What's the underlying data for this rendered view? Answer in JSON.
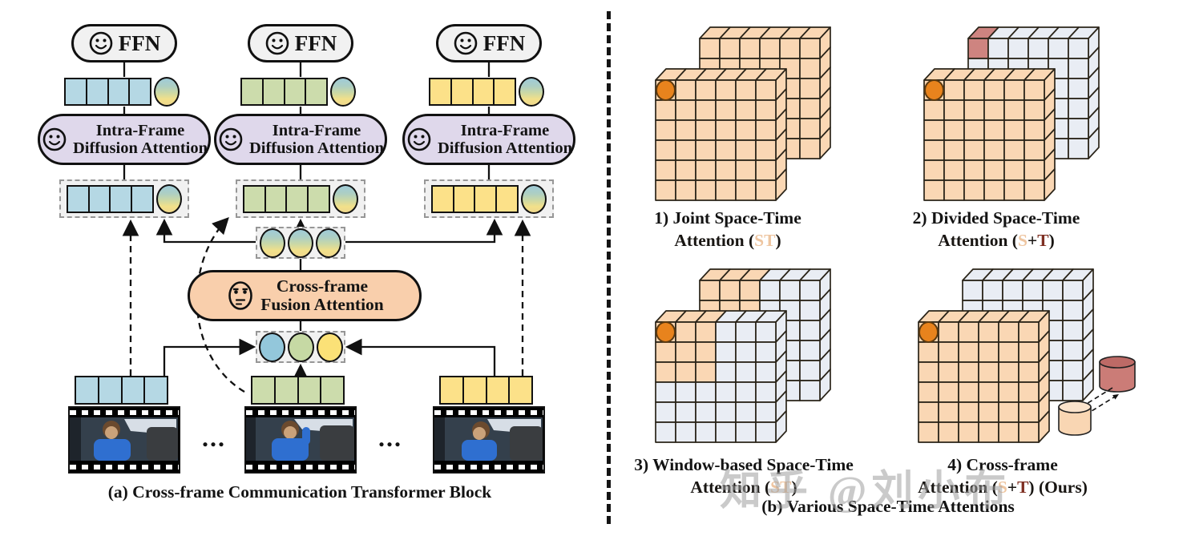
{
  "figure": {
    "left": {
      "caption": "(a) Cross-frame Communication Transformer Block",
      "ffn_label": "FFN",
      "intra_attention": {
        "line1": "Intra-Frame",
        "line2": "Diffusion Attention"
      },
      "fusion_attention": {
        "line1": "Cross-frame",
        "line2": "Fusion Attention"
      },
      "ellipsis": "...",
      "frames": [
        {
          "name": "frame-1",
          "token_color": "#B5D8E4"
        },
        {
          "name": "frame-2",
          "token_color": "#CCDCAC"
        },
        {
          "name": "frame-3",
          "token_color": "#FCE189"
        }
      ],
      "fused_token_colors": [
        "#93C7DB",
        "#C6D9A4",
        "#FBE177"
      ],
      "icons": {
        "ffn_face": "smiley-face",
        "intra_face": "smiley-face",
        "fusion_face": "neutral-face"
      }
    },
    "right": {
      "caption": "(b) Various Space-Time Attentions",
      "letter_colors": {
        "ink": "#181512",
        "peach": "#EEC5A0",
        "maroon": "#7E2F22"
      },
      "slab_colors": {
        "orange": "#FAD7B4",
        "gray": "#E9EDF4",
        "red": "#CE8480",
        "dot": "#E8831D",
        "cyl_red": "#CB7C77",
        "cyl_red_cap": "#BD6A66",
        "cyl_peach": "#F9D6B3",
        "cyl_peach_cap": "#FBE3CB"
      },
      "panels": [
        {
          "title": "1) Joint Space-Time",
          "subtitle_segments": [
            [
              "Attention (",
              "ink"
            ],
            [
              "ST",
              "peach"
            ],
            [
              ")",
              "ink"
            ]
          ],
          "front": "orange",
          "back": "orange",
          "query_dot": true,
          "cylinders": false
        },
        {
          "title": "2) Divided Space-Time",
          "subtitle_segments": [
            [
              "Attention (",
              "ink"
            ],
            [
              "S",
              "peach"
            ],
            [
              "+",
              "ink"
            ],
            [
              "T",
              "maroon"
            ],
            [
              ")",
              "ink"
            ]
          ],
          "front": "orange",
          "back": "gray_tl_red",
          "query_dot": true,
          "cylinders": false
        },
        {
          "title": "3) Window-based Space-Time",
          "subtitle_segments": [
            [
              "Attention (",
              "ink"
            ],
            [
              "ST",
              "peach"
            ],
            [
              ")",
              "ink"
            ]
          ],
          "front": "window",
          "back": "window",
          "query_dot": true,
          "cylinders": false
        },
        {
          "title": "4)  Cross-frame",
          "subtitle_segments": [
            [
              "Attention (",
              "ink"
            ],
            [
              "S",
              "peach"
            ],
            [
              "+",
              "ink"
            ],
            [
              "T",
              "maroon"
            ],
            [
              ") (Ours)",
              "ink"
            ]
          ],
          "front": "orange",
          "back": "gray",
          "query_dot": true,
          "cylinders": true
        }
      ]
    },
    "watermark": "知乎 @刘小布"
  }
}
